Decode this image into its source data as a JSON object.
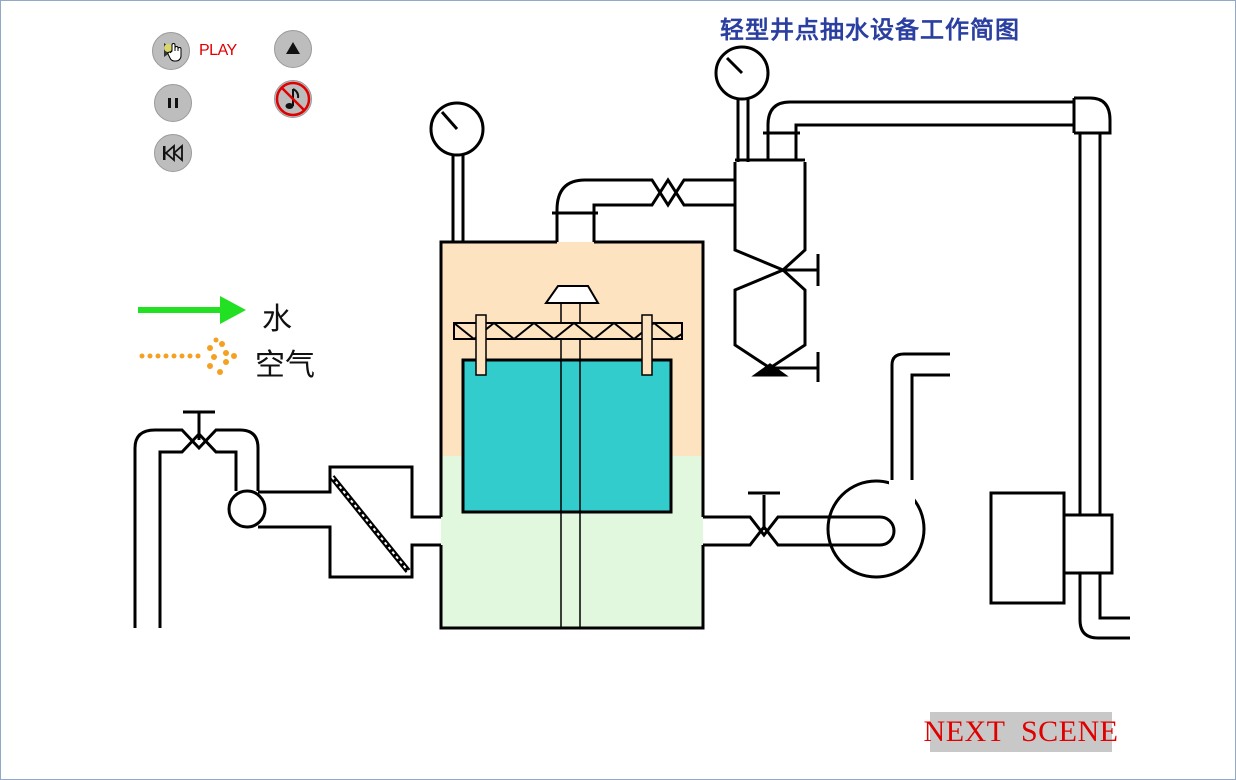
{
  "title": "轻型井点抽水设备工作简图",
  "controls": {
    "play_label": "PLAY"
  },
  "legend": {
    "water_label": "水",
    "air_label": "空气",
    "water_color": "#22e022",
    "air_color": "#f5a020"
  },
  "colors": {
    "tank_air": "#fde3c0",
    "tank_water": "#e2f8de",
    "float_box": "#33cccc",
    "title": "#2a3fa0",
    "accent_red": "#e00000"
  },
  "next_button": {
    "label": "NEXT  SCENE"
  }
}
